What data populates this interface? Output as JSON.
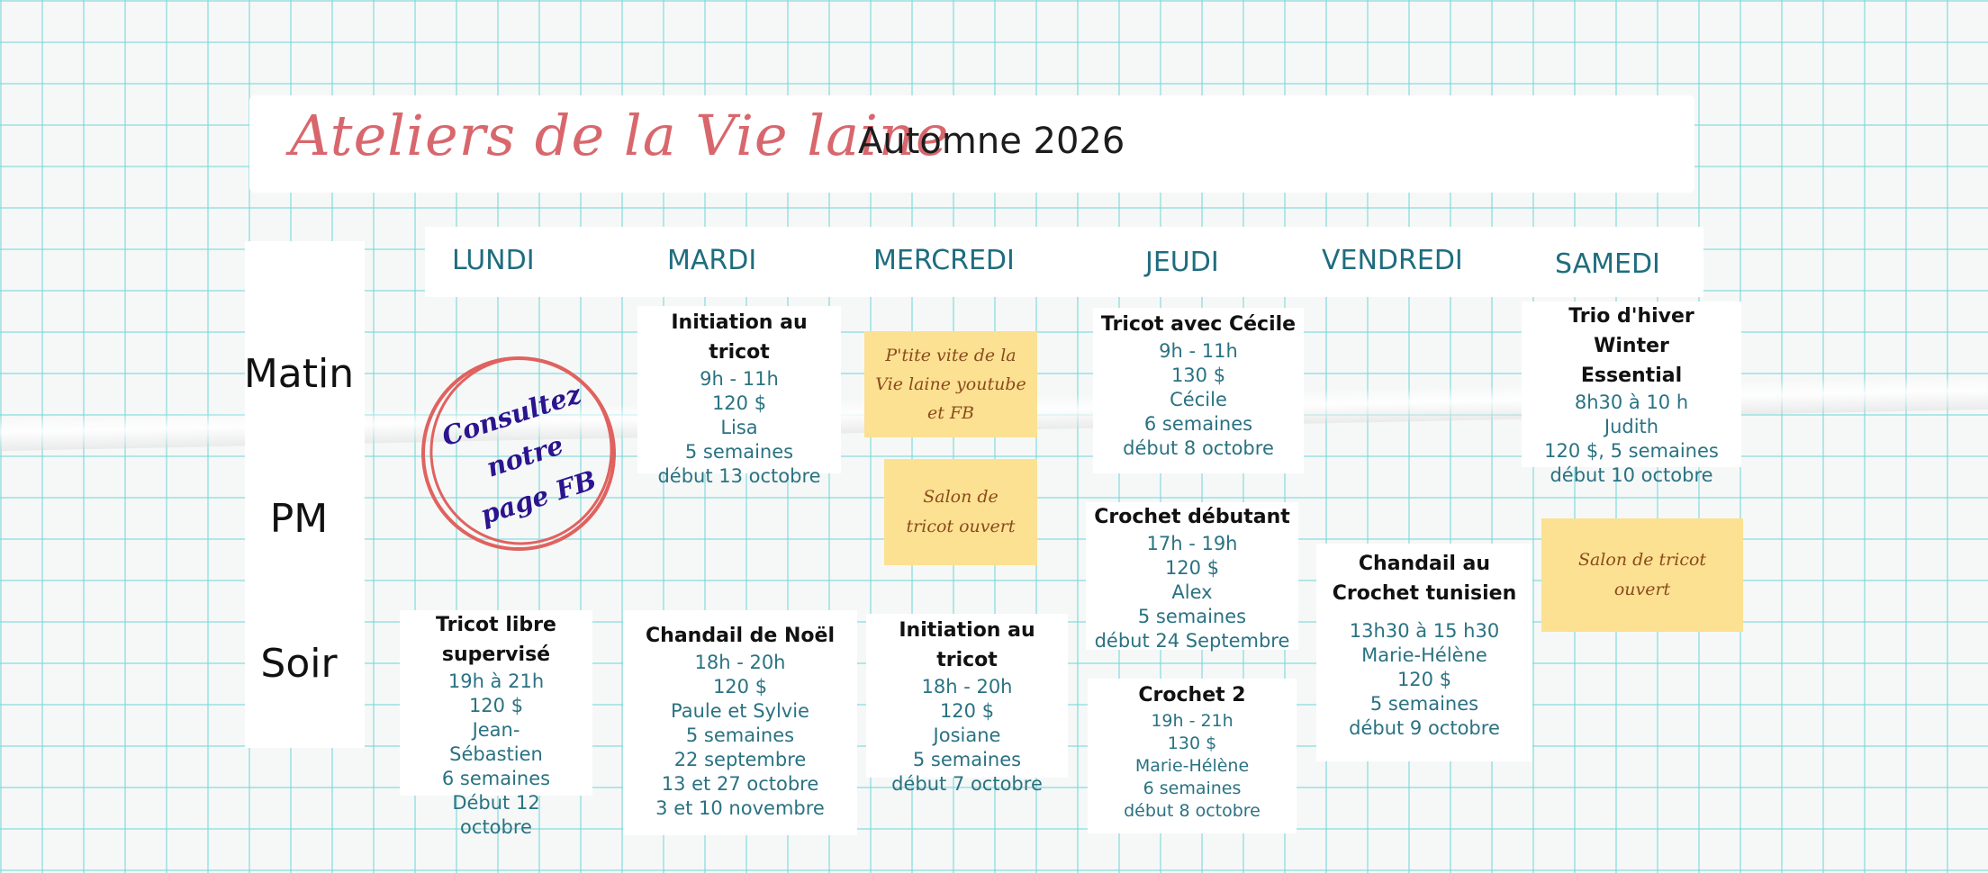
{
  "header": {
    "brand": "Ateliers de la Vie laine",
    "season": "Automne 2026"
  },
  "days": [
    "LUNDI",
    "MARDI",
    "MERCREDI",
    "JEUDI",
    "VENDREDI",
    "SAMEDI"
  ],
  "slots": [
    "Matin",
    "PM",
    "Soir"
  ],
  "stamp": {
    "line1": "Consultez notre",
    "line2": "page FB"
  },
  "notes": {
    "youtube": "P'tite vite de la Vie laine youtube et FB",
    "salon_wed": "Salon de tricot ouvert",
    "salon_sat": "Salon de tricot ouvert"
  },
  "courses": {
    "tue_morning": {
      "title": "Initiation au tricot",
      "lines": [
        "9h - 11h",
        "120 $",
        "Lisa",
        "5 semaines",
        "début 13 octobre"
      ]
    },
    "thu_morning": {
      "title": "Tricot avec Cécile",
      "lines": [
        "9h - 11h",
        "130 $",
        "Cécile",
        "6 semaines",
        "début  8 octobre"
      ]
    },
    "sat_morning": {
      "title": "Trio d'hiver Winter Essential",
      "lines": [
        "8h30 à 10 h",
        "Judith",
        "120 $, 5 semaines",
        "début 10 octobre"
      ]
    },
    "thu_pm": {
      "title": "Crochet débutant",
      "lines": [
        "17h - 19h",
        "120 $",
        "Alex",
        "5 semaines",
        "début  24 Septembre"
      ]
    },
    "fri_pm": {
      "title": "Chandail au Crochet tunisien",
      "lines": [
        "13h30 à 15 h30",
        "Marie-Hélène",
        "120 $",
        "5 semaines",
        "début 9 octobre"
      ]
    },
    "mon_evening": {
      "title": "Tricot libre supervisé",
      "lines": [
        "19h à 21h",
        "120 $",
        "Jean-Sébastien",
        "6 semaines",
        "Début 12 octobre"
      ]
    },
    "tue_evening": {
      "title": "Chandail de Noël",
      "lines": [
        "18h - 20h",
        "120 $",
        "Paule et Sylvie",
        "5 semaines",
        "22 septembre",
        "13 et 27 octobre",
        "3 et 10 novembre"
      ]
    },
    "wed_evening": {
      "title": "Initiation au tricot",
      "lines": [
        "18h - 20h",
        "120 $",
        "Josiane",
        "5 semaines",
        "début 7 octobre"
      ]
    },
    "thu_evening": {
      "title": "Crochet 2",
      "lines": [
        "19h - 21h",
        "130 $",
        "Marie-Hélène",
        "6 semaines",
        "début 8 octobre"
      ]
    }
  }
}
